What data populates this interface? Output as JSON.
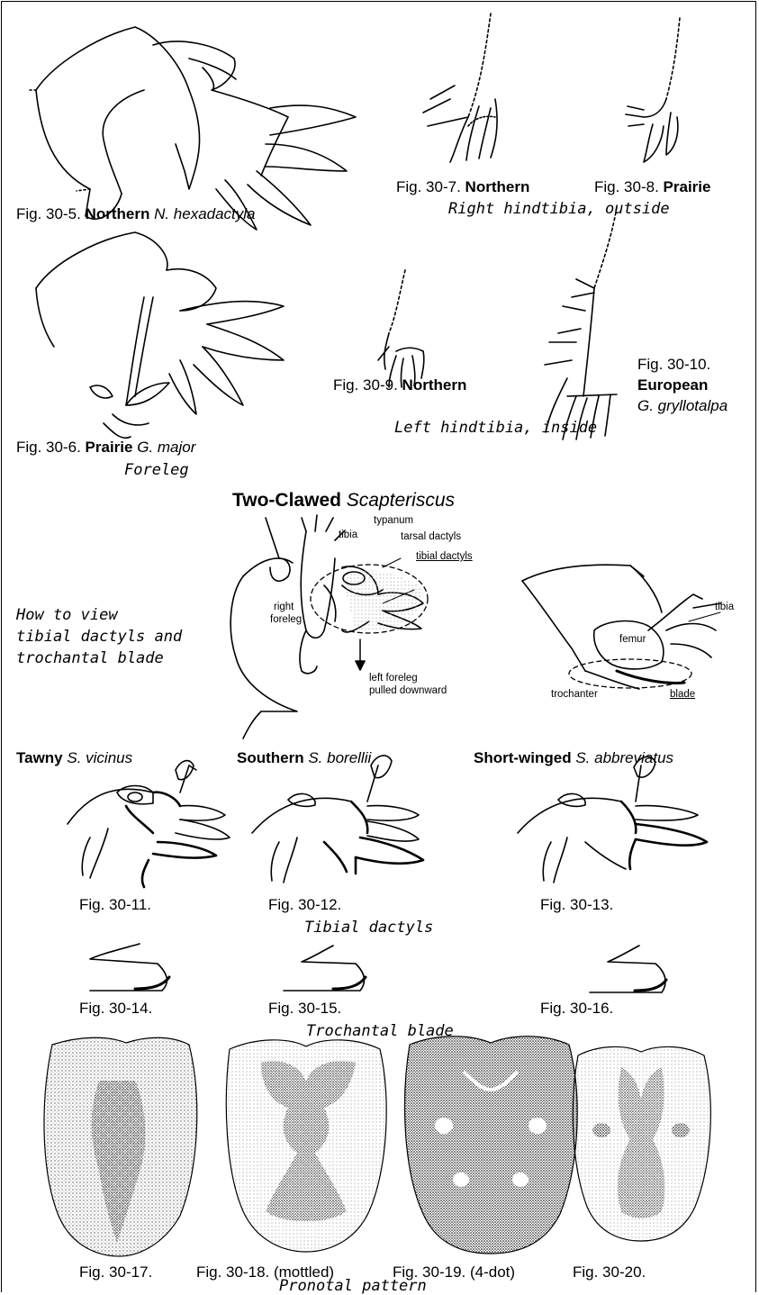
{
  "figures": {
    "f5": {
      "num": "Fig. 30-5.",
      "common": "Northern",
      "sci": "N. hexadactyla"
    },
    "f6": {
      "num": "Fig. 30-6.",
      "common": "Prairie",
      "sci": "G. major"
    },
    "f6_caption": "Foreleg",
    "f7": {
      "num": "Fig. 30-7.",
      "common": "Northern"
    },
    "f8": {
      "num": "Fig. 30-8.",
      "common": "Prairie"
    },
    "f7_8_caption": "Right hindtibia, outside",
    "f9": {
      "num": "Fig. 30-9.",
      "common": "Northern"
    },
    "f10": {
      "num": "Fig. 30-10.",
      "common": "European",
      "sci": "G. gryllotalpa"
    },
    "f9_10_caption": "Left hindtibia, inside"
  },
  "two_clawed": {
    "title_bold": "Two-Clawed",
    "title_italic": "Scapteriscus",
    "how_to_view": [
      "How to view",
      "tibial dactyls and",
      "trochantal blade"
    ],
    "labels_left": {
      "tibia": "tibia",
      "typanum": "typanum",
      "tarsal_dactyls": "tarsal dactyls",
      "tibial_dactyls": "tibial dactyls",
      "right_foreleg": [
        "right",
        "foreleg"
      ],
      "left_foreleg": [
        "left foreleg",
        "pulled downward"
      ]
    },
    "labels_right": {
      "tibia": "tibia",
      "femur": "femur",
      "trochanter": "trochanter",
      "blade": "blade"
    }
  },
  "species": [
    {
      "common": "Tawny",
      "sci": "S. vicinus"
    },
    {
      "common": "Southern",
      "sci": "S. borellii"
    },
    {
      "common": "Short-winged",
      "sci": "S. abbreviatus"
    }
  ],
  "dactyl_figs": [
    "Fig. 30-11.",
    "Fig. 30-12.",
    "Fig. 30-13."
  ],
  "dactyl_caption": "Tibial dactyls",
  "blade_figs": [
    "Fig. 30-14.",
    "Fig. 30-15.",
    "Fig. 30-16."
  ],
  "blade_caption": "Trochantal blade",
  "pronotal_figs": [
    "Fig. 30-17.",
    "Fig. 30-18. (mottled)",
    "Fig. 30-19. (4-dot)",
    "Fig. 30-20."
  ],
  "pronotal_caption": "Pronotal pattern"
}
